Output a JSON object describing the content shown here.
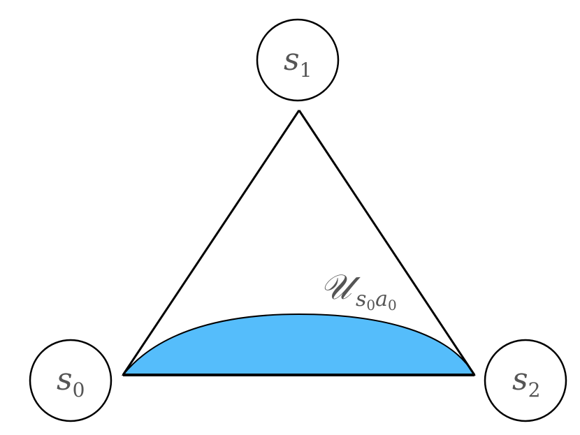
{
  "nodes": [
    {
      "id": "s1",
      "base": "s",
      "subscript": "1"
    },
    {
      "id": "s0",
      "base": "s",
      "subscript": "0"
    },
    {
      "id": "s2",
      "base": "s",
      "subscript": "2"
    }
  ],
  "region_label": {
    "symbol": "𝒰",
    "sub_state_base": "s",
    "sub_state_index": "0",
    "sub_action_base": "a",
    "sub_action_index": "0"
  },
  "colors": {
    "region_fill": "#55bdfb",
    "stroke": "#000000",
    "text": "#555555"
  }
}
